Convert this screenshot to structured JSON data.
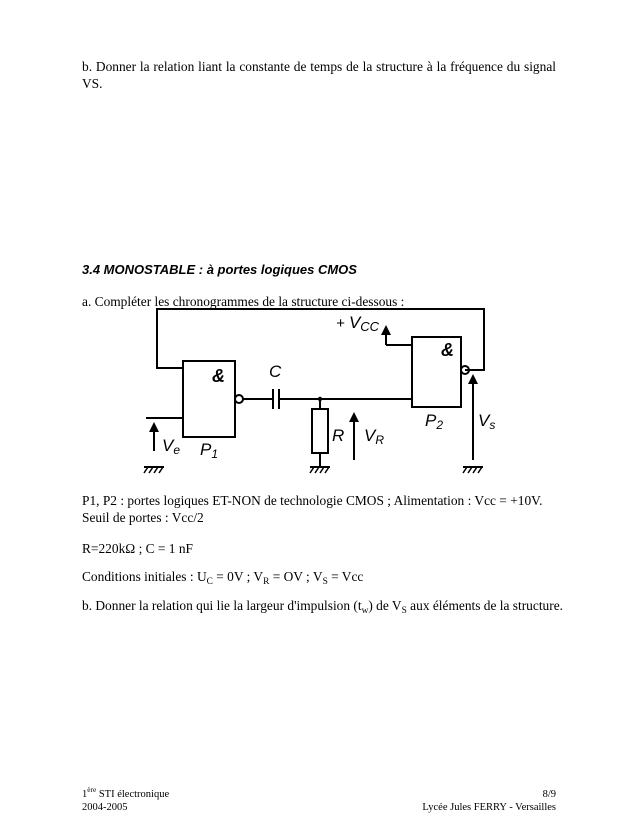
{
  "question_b_prev": "b. Donner la relation liant la constante de temps de la structure à la fréquence du signal VS.",
  "section_heading": "3.4 MONOSTABLE : à portes logiques CMOS",
  "question_a": "a. Compléter les chronogrammes de la structure ci-dessous :",
  "circuit": {
    "vcc_plus": "+",
    "vcc_v": "V",
    "vcc_sub": "CC",
    "gate_symbol": "&",
    "capacitor": "C",
    "resistor": "R",
    "vr_v": "V",
    "vr_sub": "R",
    "vs_v": "V",
    "vs_sub": "s",
    "ve_v": "V",
    "ve_sub": "e",
    "p1_p": "P",
    "p1_sub": "1",
    "p2_p": "P",
    "p2_sub": "2"
  },
  "desc_gates": "P1, P2 : portes logiques ET-NON de technologie CMOS ; Alimentation : Vcc = +10V.",
  "desc_threshold": "Seuil de portes : Vcc/2",
  "component_values": "R=220kΩ ; C = 1 nF",
  "initial": {
    "prefix": "Conditions initiales : U",
    "uc_sub": "C",
    "mid1": " = 0V ; V",
    "vr_sub": "R",
    "mid2": " = OV ; V",
    "vs_sub": "S",
    "suffix": " = Vcc"
  },
  "question_b": {
    "prefix": "b. Donner la relation qui lie la largeur d'impulsion (t",
    "tw_sub": "w",
    "mid": ") de V",
    "vs_sub": "S",
    "suffix": " aux éléments de la structure."
  },
  "footer": {
    "class_num": "1",
    "class_sup": "ère",
    "class_rest": " STI électronique",
    "year": "2004-2005",
    "page": "8/9",
    "school": "Lycée Jules FERRY - Versailles"
  }
}
